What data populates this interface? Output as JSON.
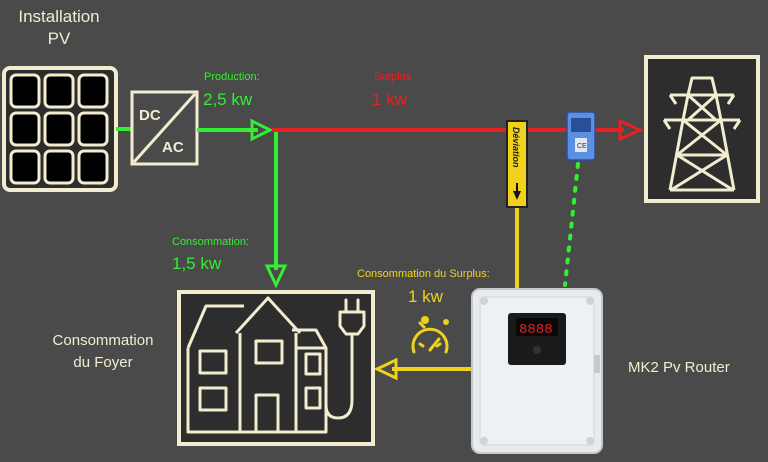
{
  "installation": {
    "title_line1": "Installation",
    "title_line2": "PV"
  },
  "inverter": {
    "dc": "DC",
    "ac": "AC"
  },
  "production": {
    "label": "Production:",
    "value": "2,5 kw"
  },
  "surplus": {
    "label": "Surplus",
    "value": "1 kw"
  },
  "consommation": {
    "label": "Consommation:",
    "value": "1,5 kw"
  },
  "surplus_consumption": {
    "label": "Consommation du Surplus:",
    "value": "1 kw"
  },
  "deviation": {
    "label": "Déviation"
  },
  "foyer": {
    "line1": "Consommation",
    "line2": "du Foyer"
  },
  "router": {
    "name": "MK2 Pv Router",
    "display": "8888"
  },
  "colors": {
    "production": "#33ee33",
    "surplus": "#e52222",
    "diversion": "#f0d21c",
    "outline": "#f2ecd0",
    "background": "#4a4a4a"
  },
  "icons": [
    "solar-panel-icon",
    "pylon-icon",
    "house-icon",
    "plug-icon",
    "gauge-icon",
    "ct-clamp-icon"
  ]
}
